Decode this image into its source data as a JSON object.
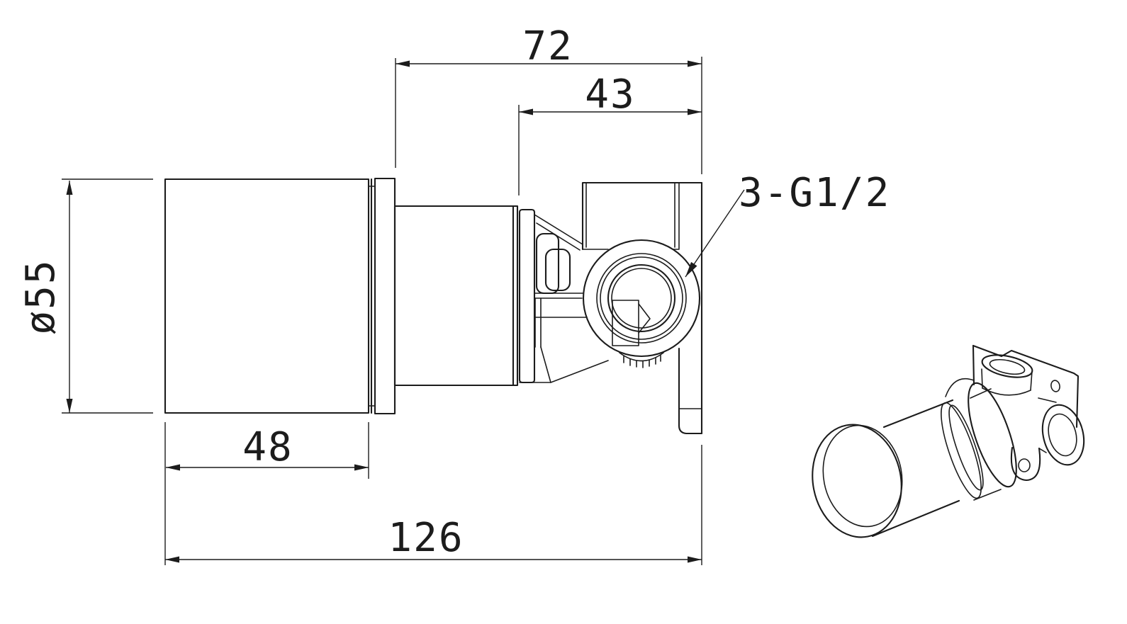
{
  "drawing": {
    "dimensions": {
      "body_width_top": "72",
      "port_offset": "43",
      "handle_diameter": "ø55",
      "handle_length": "48",
      "overall_length": "126"
    },
    "callout": {
      "thread_label": "3-G1/2"
    },
    "colors": {
      "line": "#1c1c1c",
      "background": "#ffffff"
    }
  }
}
